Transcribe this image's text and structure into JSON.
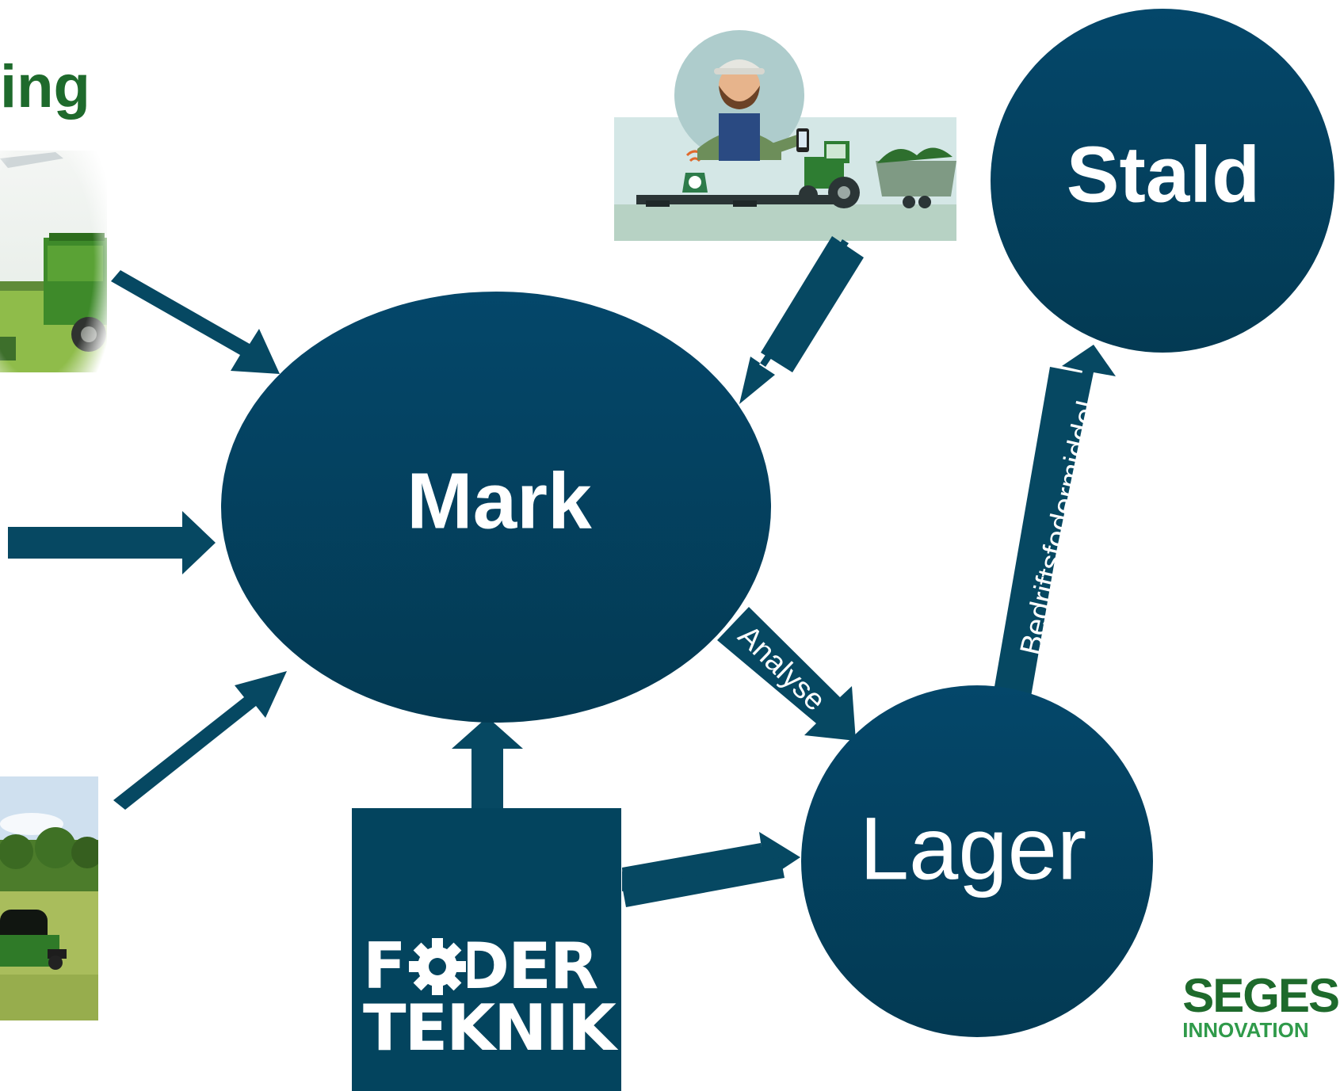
{
  "title_fragment": "ing",
  "nodes": {
    "mark": "Mark",
    "lager": "Lager",
    "stald": "Stald"
  },
  "arrow_labels": {
    "analyse": "Analyse",
    "bedriftsfodermiddel": "Bedriftsfodermiddel"
  },
  "logos": {
    "foderteknik_line1": "FODER",
    "foderteknik_line2": "TEKNIK",
    "seges_main": "SEGES",
    "seges_sub": "INNOVATION"
  },
  "colors": {
    "node_dark": "#033c57",
    "node_light": "#04476a",
    "arrow": "#064862",
    "green_title": "#1e6a2c"
  },
  "icons": [
    "harvester-photo",
    "farmer-scale-illustration",
    "baler-photo",
    "gear-icon"
  ]
}
